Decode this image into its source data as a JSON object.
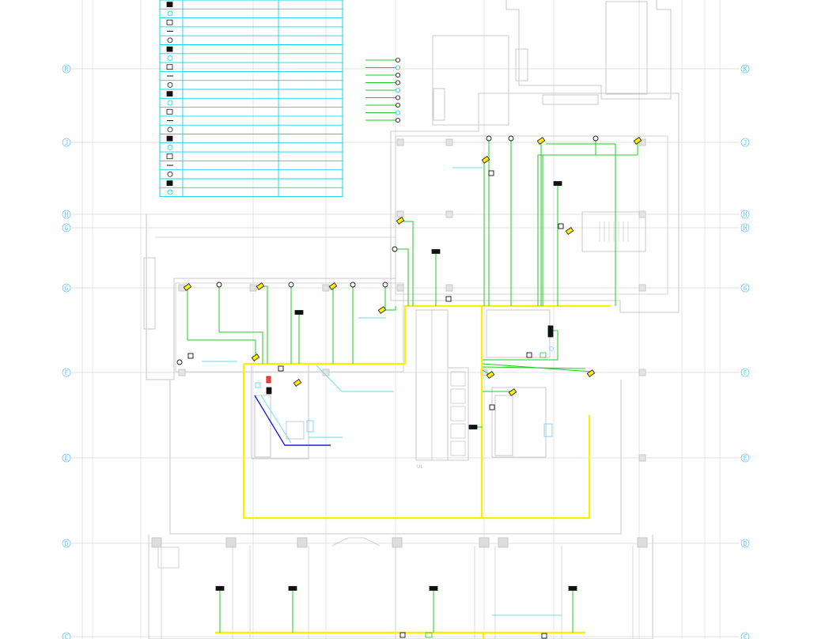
{
  "colors": {
    "background": "#ffffff",
    "grid": "#d6d6d6",
    "structure": "#c8c8c8",
    "legend": "#11d6e6",
    "cable": "#22cc22",
    "zone": "#ffee00",
    "annotation": "#66dde6",
    "bus": "#2222cc",
    "device": "#111111"
  },
  "axis_labels": {
    "left": [
      {
        "label": "R"
      },
      {
        "label": "J"
      },
      {
        "label": "H"
      },
      {
        "label": "G"
      },
      {
        "label": "G"
      },
      {
        "label": "F"
      },
      {
        "label": "E"
      },
      {
        "label": "D"
      },
      {
        "label": "C"
      }
    ],
    "right": [
      {
        "label": "K"
      },
      {
        "label": "J"
      },
      {
        "label": "H"
      },
      {
        "label": "H"
      },
      {
        "label": "G"
      },
      {
        "label": "F"
      },
      {
        "label": "E"
      },
      {
        "label": "D"
      },
      {
        "label": "C"
      }
    ]
  },
  "room_note": "UL",
  "legend_rows": 22
}
